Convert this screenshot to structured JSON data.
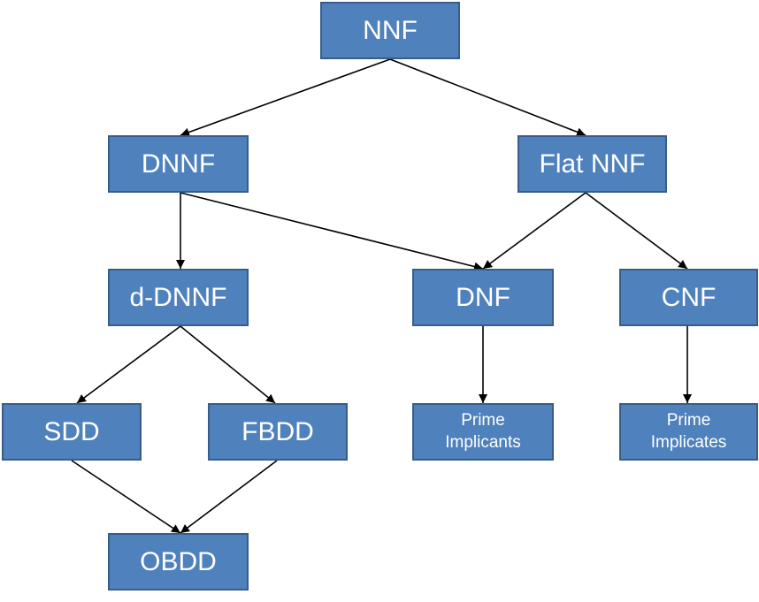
{
  "nodes": {
    "nnf": "NNF",
    "dnnf": "DNNF",
    "flat_nnf": "Flat NNF",
    "d_dnnf": "d-DNNF",
    "dnf": "DNF",
    "cnf": "CNF",
    "sdd": "SDD",
    "fbdd": "FBDD",
    "prime_implicants": {
      "line1": "Prime",
      "line2": "Implicants"
    },
    "prime_implicates": {
      "line1": "Prime",
      "line2": "Implicates"
    },
    "obdd": "OBDD"
  },
  "edges": [
    {
      "from": "NNF",
      "to": "DNNF"
    },
    {
      "from": "NNF",
      "to": "Flat NNF"
    },
    {
      "from": "DNNF",
      "to": "d-DNNF"
    },
    {
      "from": "DNNF",
      "to": "DNF"
    },
    {
      "from": "Flat NNF",
      "to": "DNF"
    },
    {
      "from": "Flat NNF",
      "to": "CNF"
    },
    {
      "from": "d-DNNF",
      "to": "SDD"
    },
    {
      "from": "d-DNNF",
      "to": "FBDD"
    },
    {
      "from": "DNF",
      "to": "Prime Implicants"
    },
    {
      "from": "CNF",
      "to": "Prime Implicates"
    },
    {
      "from": "SDD",
      "to": "OBDD"
    },
    {
      "from": "FBDD",
      "to": "OBDD"
    }
  ],
  "colors": {
    "node_fill": "#4f81bd",
    "node_border": "#385d8a",
    "node_text": "#ffffff",
    "edge": "#000000"
  }
}
